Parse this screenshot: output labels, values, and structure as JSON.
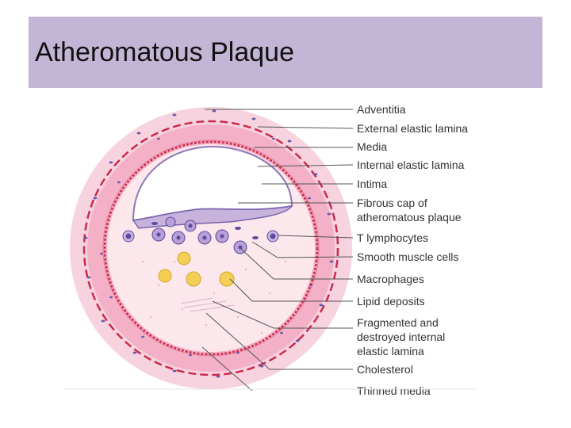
{
  "slide": {
    "title": "Atheromatous Plaque"
  },
  "diagram": {
    "labels": {
      "adventitia": "Adventitia",
      "external_elastic_lamina": "External elastic lamina",
      "media": "Media",
      "internal_elastic_lamina": "Internal elastic lamina",
      "intima": "Intima",
      "fibrous_cap_line1": "Fibrous cap of",
      "fibrous_cap_line2": "atheromatous plaque",
      "t_lymphocytes": "T lymphocytes",
      "smooth_muscle_cells": "Smooth muscle cells",
      "macrophages": "Macrophages",
      "lipid_deposits": "Lipid deposits",
      "fragmented_line1": "Fragmented and",
      "fragmented_line2": "destroyed internal",
      "fragmented_line3": "elastic lamina",
      "cholesterol": "Cholesterol",
      "thinned_media": "Thinned media"
    },
    "colors": {
      "title_bar": "#c3b5d5",
      "adventitia": "#f4c6d6",
      "media": "#f2a7bf",
      "elastic_lamina": "#cc2a4a",
      "intima": "#fce7ec",
      "lumen": "#ffffff",
      "cell_nucleus": "#5e4a9c",
      "lipid": "#f0c84a"
    }
  }
}
